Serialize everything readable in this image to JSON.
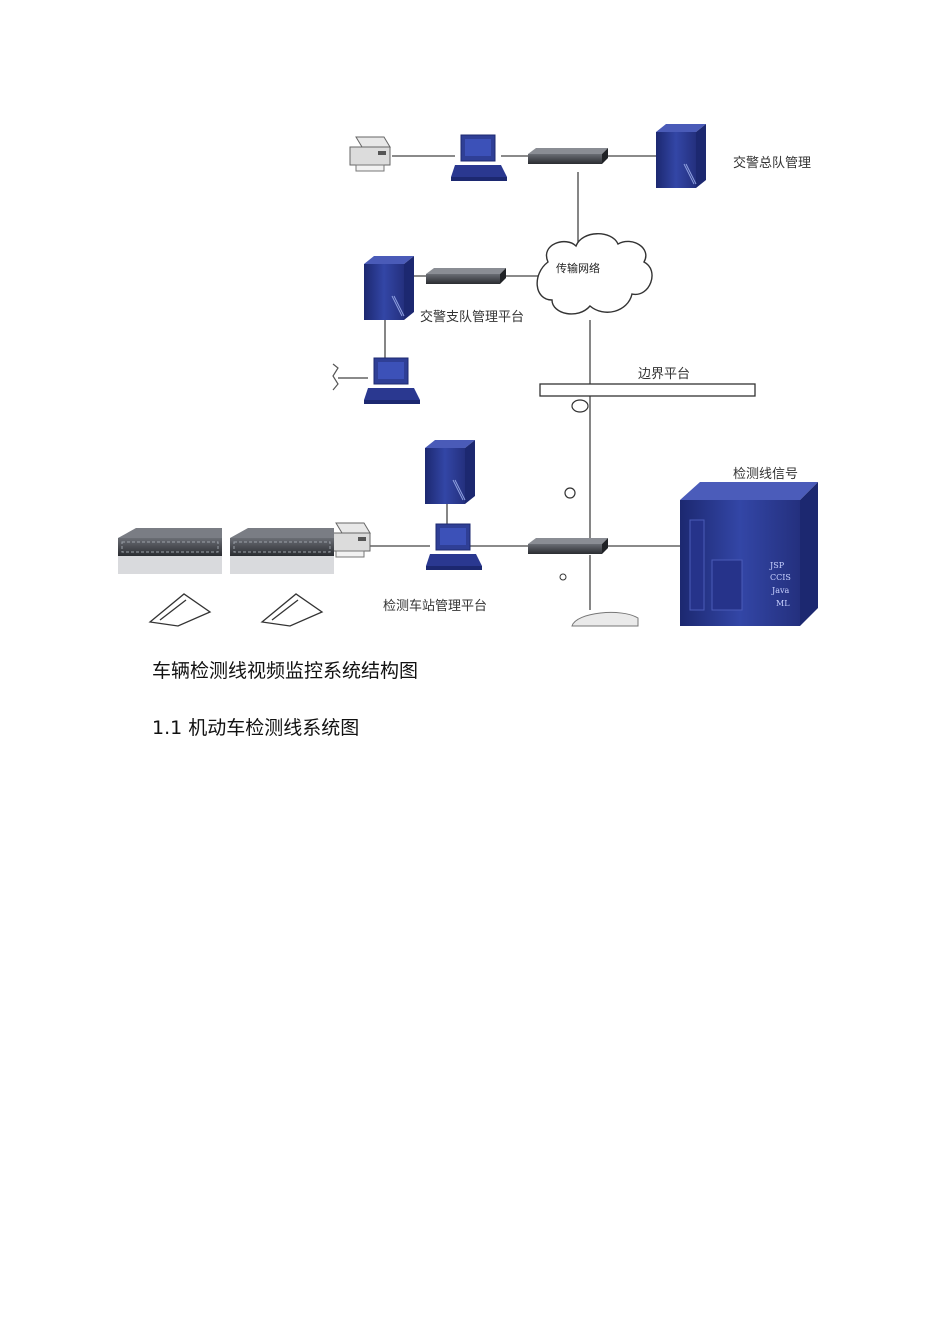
{
  "diagram": {
    "labels": {
      "hq": "交警总队管理",
      "network": "传输网络",
      "branch": "交警支队管理平台",
      "boundary": "边界平台",
      "signal": "检测线信号",
      "station": "检测车站管理平台"
    },
    "server_text": [
      "JSP",
      "CCIS",
      "Java",
      "ML"
    ],
    "colors": {
      "server": "#2f3f96",
      "server_dark": "#1c2870",
      "switch": "#3a3d44",
      "line": "#444444"
    }
  },
  "captions": {
    "figure_title": "车辆检测线视频监控系统结构图",
    "section_heading": "1.1 机动车检测线系统图"
  }
}
